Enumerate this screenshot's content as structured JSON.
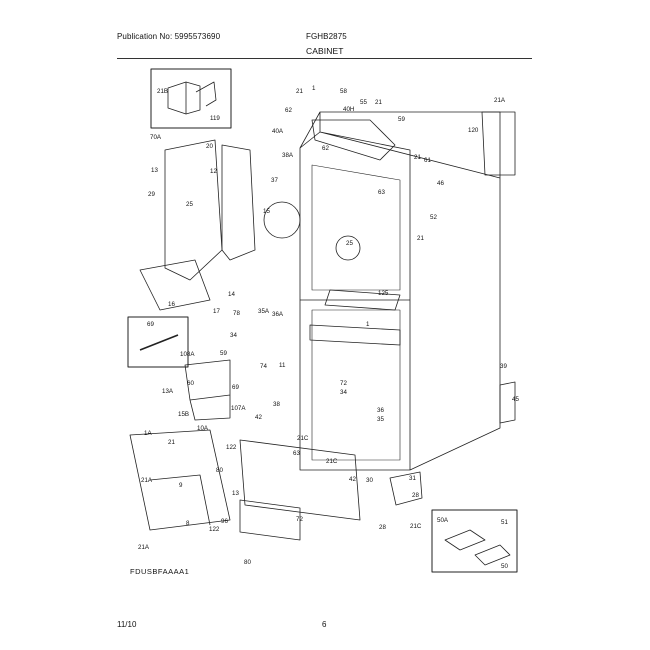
{
  "header": {
    "publication": "Publication No: 5995573690",
    "model": "FGHB2875",
    "section": "CABINET"
  },
  "figure_code": "FDUSBFAAAA1",
  "footer": {
    "date": "11/10",
    "page": "6"
  },
  "callouts": [
    {
      "id": "c21b",
      "text": "21B"
    },
    {
      "id": "c119",
      "text": "119"
    },
    {
      "id": "c21t",
      "text": "21"
    },
    {
      "id": "c1",
      "text": "1"
    },
    {
      "id": "c58",
      "text": "58"
    },
    {
      "id": "c62",
      "text": "62"
    },
    {
      "id": "c40h",
      "text": "40H"
    },
    {
      "id": "c55",
      "text": "55"
    },
    {
      "id": "c21m",
      "text": "21"
    },
    {
      "id": "c40a",
      "text": "40A"
    },
    {
      "id": "c59",
      "text": "59"
    },
    {
      "id": "c21a_r",
      "text": "21A"
    },
    {
      "id": "c120",
      "text": "120"
    },
    {
      "id": "c70a",
      "text": "70A"
    },
    {
      "id": "c20",
      "text": "20"
    },
    {
      "id": "c12",
      "text": "12"
    },
    {
      "id": "c62b",
      "text": "62"
    },
    {
      "id": "c38a",
      "text": "38A"
    },
    {
      "id": "c21r",
      "text": "21"
    },
    {
      "id": "c61",
      "text": "61"
    },
    {
      "id": "c13",
      "text": "13"
    },
    {
      "id": "c25",
      "text": "25"
    },
    {
      "id": "c29",
      "text": "29"
    },
    {
      "id": "c37",
      "text": "37"
    },
    {
      "id": "c63",
      "text": "63"
    },
    {
      "id": "c46",
      "text": "46"
    },
    {
      "id": "c52",
      "text": "52"
    },
    {
      "id": "c15",
      "text": "15"
    },
    {
      "id": "c25b",
      "text": "25"
    },
    {
      "id": "c21s",
      "text": "21"
    },
    {
      "id": "c16",
      "text": "16"
    },
    {
      "id": "c14",
      "text": "14"
    },
    {
      "id": "c125",
      "text": "125"
    },
    {
      "id": "c17",
      "text": "17"
    },
    {
      "id": "c69",
      "text": "69"
    },
    {
      "id": "c78",
      "text": "78"
    },
    {
      "id": "c35a",
      "text": "35A"
    },
    {
      "id": "c36a",
      "text": "36A"
    },
    {
      "id": "c34",
      "text": "34"
    },
    {
      "id": "c1b",
      "text": "1"
    },
    {
      "id": "c108a",
      "text": "108A"
    },
    {
      "id": "c59b",
      "text": "59"
    },
    {
      "id": "c74",
      "text": "74"
    },
    {
      "id": "c11",
      "text": "11"
    },
    {
      "id": "c39",
      "text": "39"
    },
    {
      "id": "c60",
      "text": "60"
    },
    {
      "id": "c69b",
      "text": "69"
    },
    {
      "id": "c72",
      "text": "72"
    },
    {
      "id": "c34b",
      "text": "34"
    },
    {
      "id": "c13a",
      "text": "13A"
    },
    {
      "id": "c38",
      "text": "38"
    },
    {
      "id": "c107a",
      "text": "107A"
    },
    {
      "id": "c45",
      "text": "45"
    },
    {
      "id": "c15b",
      "text": "15B"
    },
    {
      "id": "c42",
      "text": "42"
    },
    {
      "id": "c36",
      "text": "36"
    },
    {
      "id": "c35",
      "text": "35"
    },
    {
      "id": "c10a",
      "text": "10A"
    },
    {
      "id": "c1a",
      "text": "1A"
    },
    {
      "id": "c21c",
      "text": "21"
    },
    {
      "id": "c21d",
      "text": "21C"
    },
    {
      "id": "c122",
      "text": "122"
    },
    {
      "id": "c80",
      "text": "80"
    },
    {
      "id": "c63b",
      "text": "63"
    },
    {
      "id": "c21cb",
      "text": "21C"
    },
    {
      "id": "c21a_l",
      "text": "21A"
    },
    {
      "id": "c9",
      "text": "9"
    },
    {
      "id": "c13b",
      "text": "13"
    },
    {
      "id": "c42b",
      "text": "42"
    },
    {
      "id": "c30",
      "text": "30"
    },
    {
      "id": "c31",
      "text": "31"
    },
    {
      "id": "c28",
      "text": "28"
    },
    {
      "id": "c8",
      "text": "8"
    },
    {
      "id": "c96",
      "text": "96"
    },
    {
      "id": "c72b",
      "text": "72"
    },
    {
      "id": "c122b",
      "text": "122"
    },
    {
      "id": "c28b",
      "text": "28"
    },
    {
      "id": "c21cc",
      "text": "21C"
    },
    {
      "id": "c50a",
      "text": "50A"
    },
    {
      "id": "c51",
      "text": "51"
    },
    {
      "id": "c21a_b",
      "text": "21A"
    },
    {
      "id": "c80b",
      "text": "80"
    },
    {
      "id": "c50",
      "text": "50"
    }
  ]
}
